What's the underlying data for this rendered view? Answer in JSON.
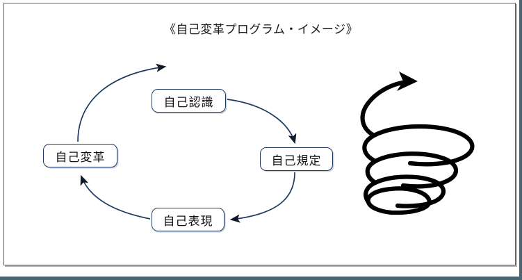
{
  "document": {
    "title": "《自己変革プログラム・イメージ》",
    "frame_border_color": "#5d5d5d",
    "accent_bar_color": "#4a6572",
    "background_color": "#ffffff"
  },
  "diagram": {
    "type": "cycle",
    "node_border_color": "#1f3a5f",
    "arrow_color": "#1f3a5f",
    "nodes": [
      {
        "id": "self-transform",
        "label": "自己変革",
        "position": "left"
      },
      {
        "id": "self-awareness",
        "label": "自己認識",
        "position": "top"
      },
      {
        "id": "self-definition",
        "label": "自己規定",
        "position": "right"
      },
      {
        "id": "self-expression",
        "label": "自己表現",
        "position": "bottom"
      }
    ],
    "arrows": [
      {
        "from": "self-transform",
        "to": "self-awareness",
        "name": "arrow-transform-to-awareness"
      },
      {
        "from": "self-awareness",
        "to": "self-definition",
        "name": "arrow-awareness-to-definition"
      },
      {
        "from": "self-definition",
        "to": "self-expression",
        "name": "arrow-definition-to-expression"
      },
      {
        "from": "self-expression",
        "to": "self-transform",
        "name": "arrow-expression-to-transform"
      }
    ]
  },
  "spiral": {
    "name": "upward-spiral-icon",
    "description": "ascending spiral with arrowhead at top",
    "color": "#000000",
    "turns": 4
  }
}
